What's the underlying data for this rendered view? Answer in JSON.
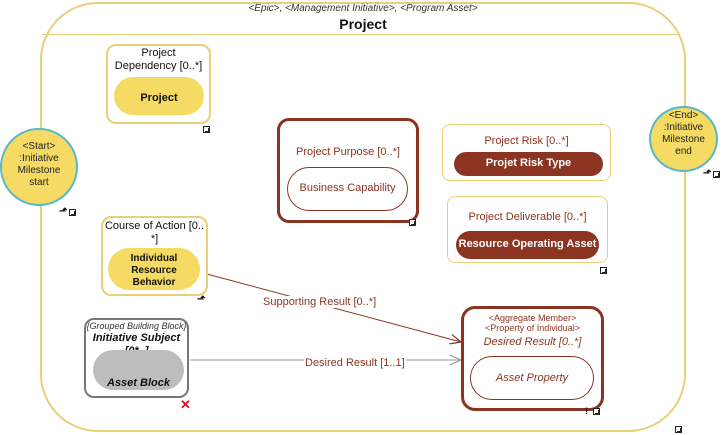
{
  "colors": {
    "yellow_border": "#e8cf7a",
    "yellow_fill": "#f5da63",
    "brown": "#8b3422",
    "brown_text": "#8b3422",
    "gray_border": "#777777",
    "gray_fill": "#bdbdbd",
    "teal_border": "#58b7c9",
    "connector_brown": "#8b3422",
    "connector_gray": "#999999"
  },
  "project": {
    "stereotypes": "<Epic>, <Management Initiative>, <Program Asset>",
    "title": "Project"
  },
  "start_node": {
    "stereotype": "<Start>",
    "name_line1": ":Initiative",
    "name_line2": "Milestone",
    "name_line3": "start"
  },
  "end_node": {
    "stereotype": "<End>",
    "name_line1": ":Initiative",
    "name_line2": "Milestone",
    "name_line3": "end"
  },
  "dependency": {
    "label_line1": "Project",
    "label_line2": "Dependency [0..*]",
    "inner": "Project"
  },
  "purpose": {
    "label": "Project Purpose [0..*]",
    "inner": "Business Capability"
  },
  "risk": {
    "label": "Project Risk [0..*]",
    "inner": "Projet Risk Type"
  },
  "deliverable": {
    "label": "Project Deliverable [0..*]",
    "inner": "Resource Operating Asset"
  },
  "course": {
    "label_line1": "Course of Action [0..",
    "label_line2": "*]",
    "inner_line1": "Individual",
    "inner_line2": "Resource",
    "inner_line3": "Behavior"
  },
  "subject": {
    "stereotype": "{Grouped Building Block}",
    "label_line1": "Initiative Subject",
    "label_line2": "[0*..]",
    "inner": "Asset Block"
  },
  "desired": {
    "stereotype1": "<Aggregate Member>",
    "stereotype2": "<Property of Individual>",
    "label": "Desired Result [0..*]",
    "inner": "Asset Property"
  },
  "connectors": {
    "supporting": "Supporting Result [0..*]",
    "desired_result": "Desired Result [1..1]"
  }
}
